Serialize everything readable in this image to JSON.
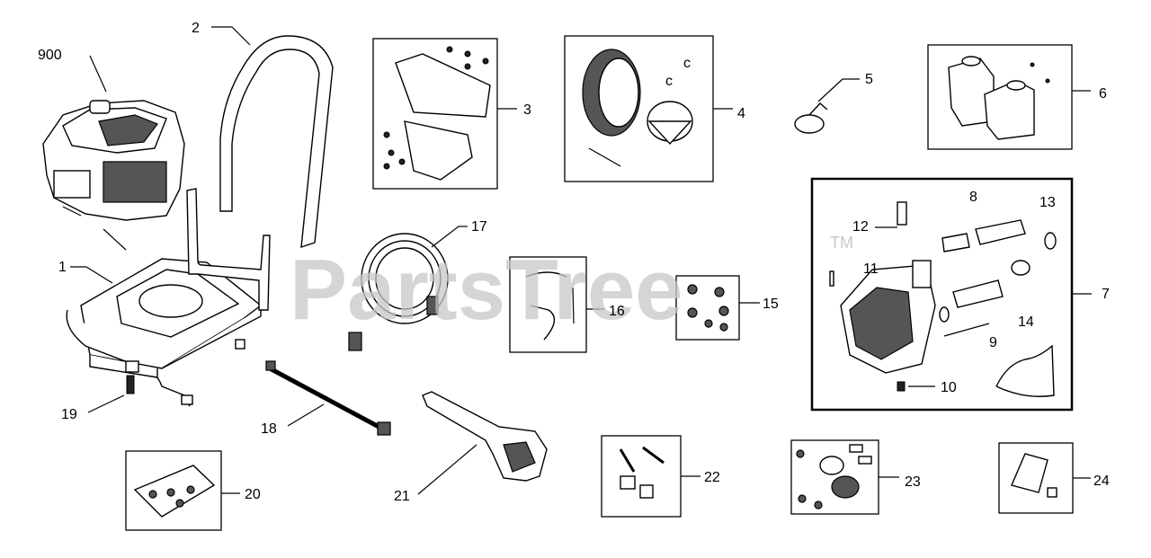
{
  "watermark": {
    "text": "PartsTree",
    "tm": "TM"
  },
  "callouts": {
    "c900": "900",
    "c1": "1",
    "c2": "2",
    "c3": "3",
    "c4": "4",
    "c5": "5",
    "c6": "6",
    "c7": "7",
    "c8": "8",
    "c9": "9",
    "c10": "10",
    "c11": "11",
    "c12": "12",
    "c13": "13",
    "c14": "14",
    "c15": "15",
    "c16": "16",
    "c17": "17",
    "c18": "18",
    "c19": "19",
    "c20": "20",
    "c21": "21",
    "c22": "22",
    "c23": "23",
    "c24": "24"
  }
}
